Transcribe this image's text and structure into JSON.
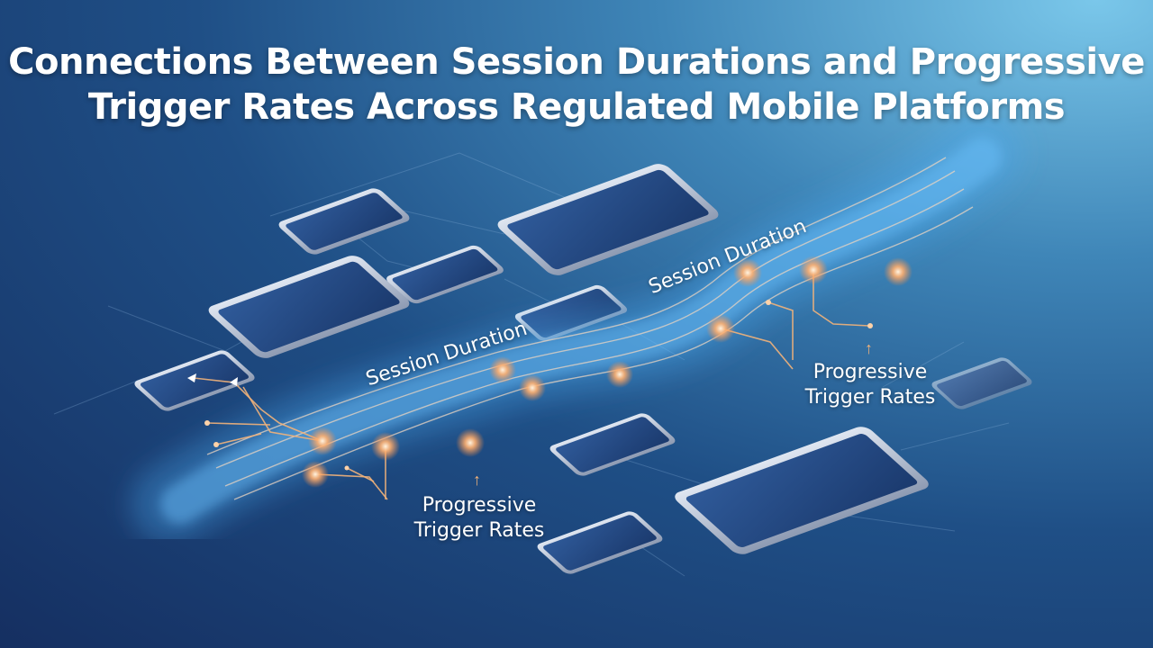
{
  "title": {
    "line1": "Connections Between Session Durations and Progressive",
    "line2": "Trigger Rates Across Regulated Mobile Platforms"
  },
  "labels": {
    "session_duration_lower": "Session Duration",
    "session_duration_upper": "Session Duration",
    "progressive_lower": {
      "line1": "Progressive",
      "line2": "Trigger Rates"
    },
    "progressive_upper": {
      "line1": "Progressive",
      "line2": "Trigger Rates"
    }
  },
  "icons": {
    "up_arrow": "↑"
  },
  "colors": {
    "background_dark": "#152f61",
    "background_light": "#7ac7ea",
    "stream": "#4aa8ef",
    "glow_node": "#ffb070",
    "connector": "#f2b27a",
    "device_frame": "#c9d3e3",
    "device_screen": "#24477f"
  }
}
